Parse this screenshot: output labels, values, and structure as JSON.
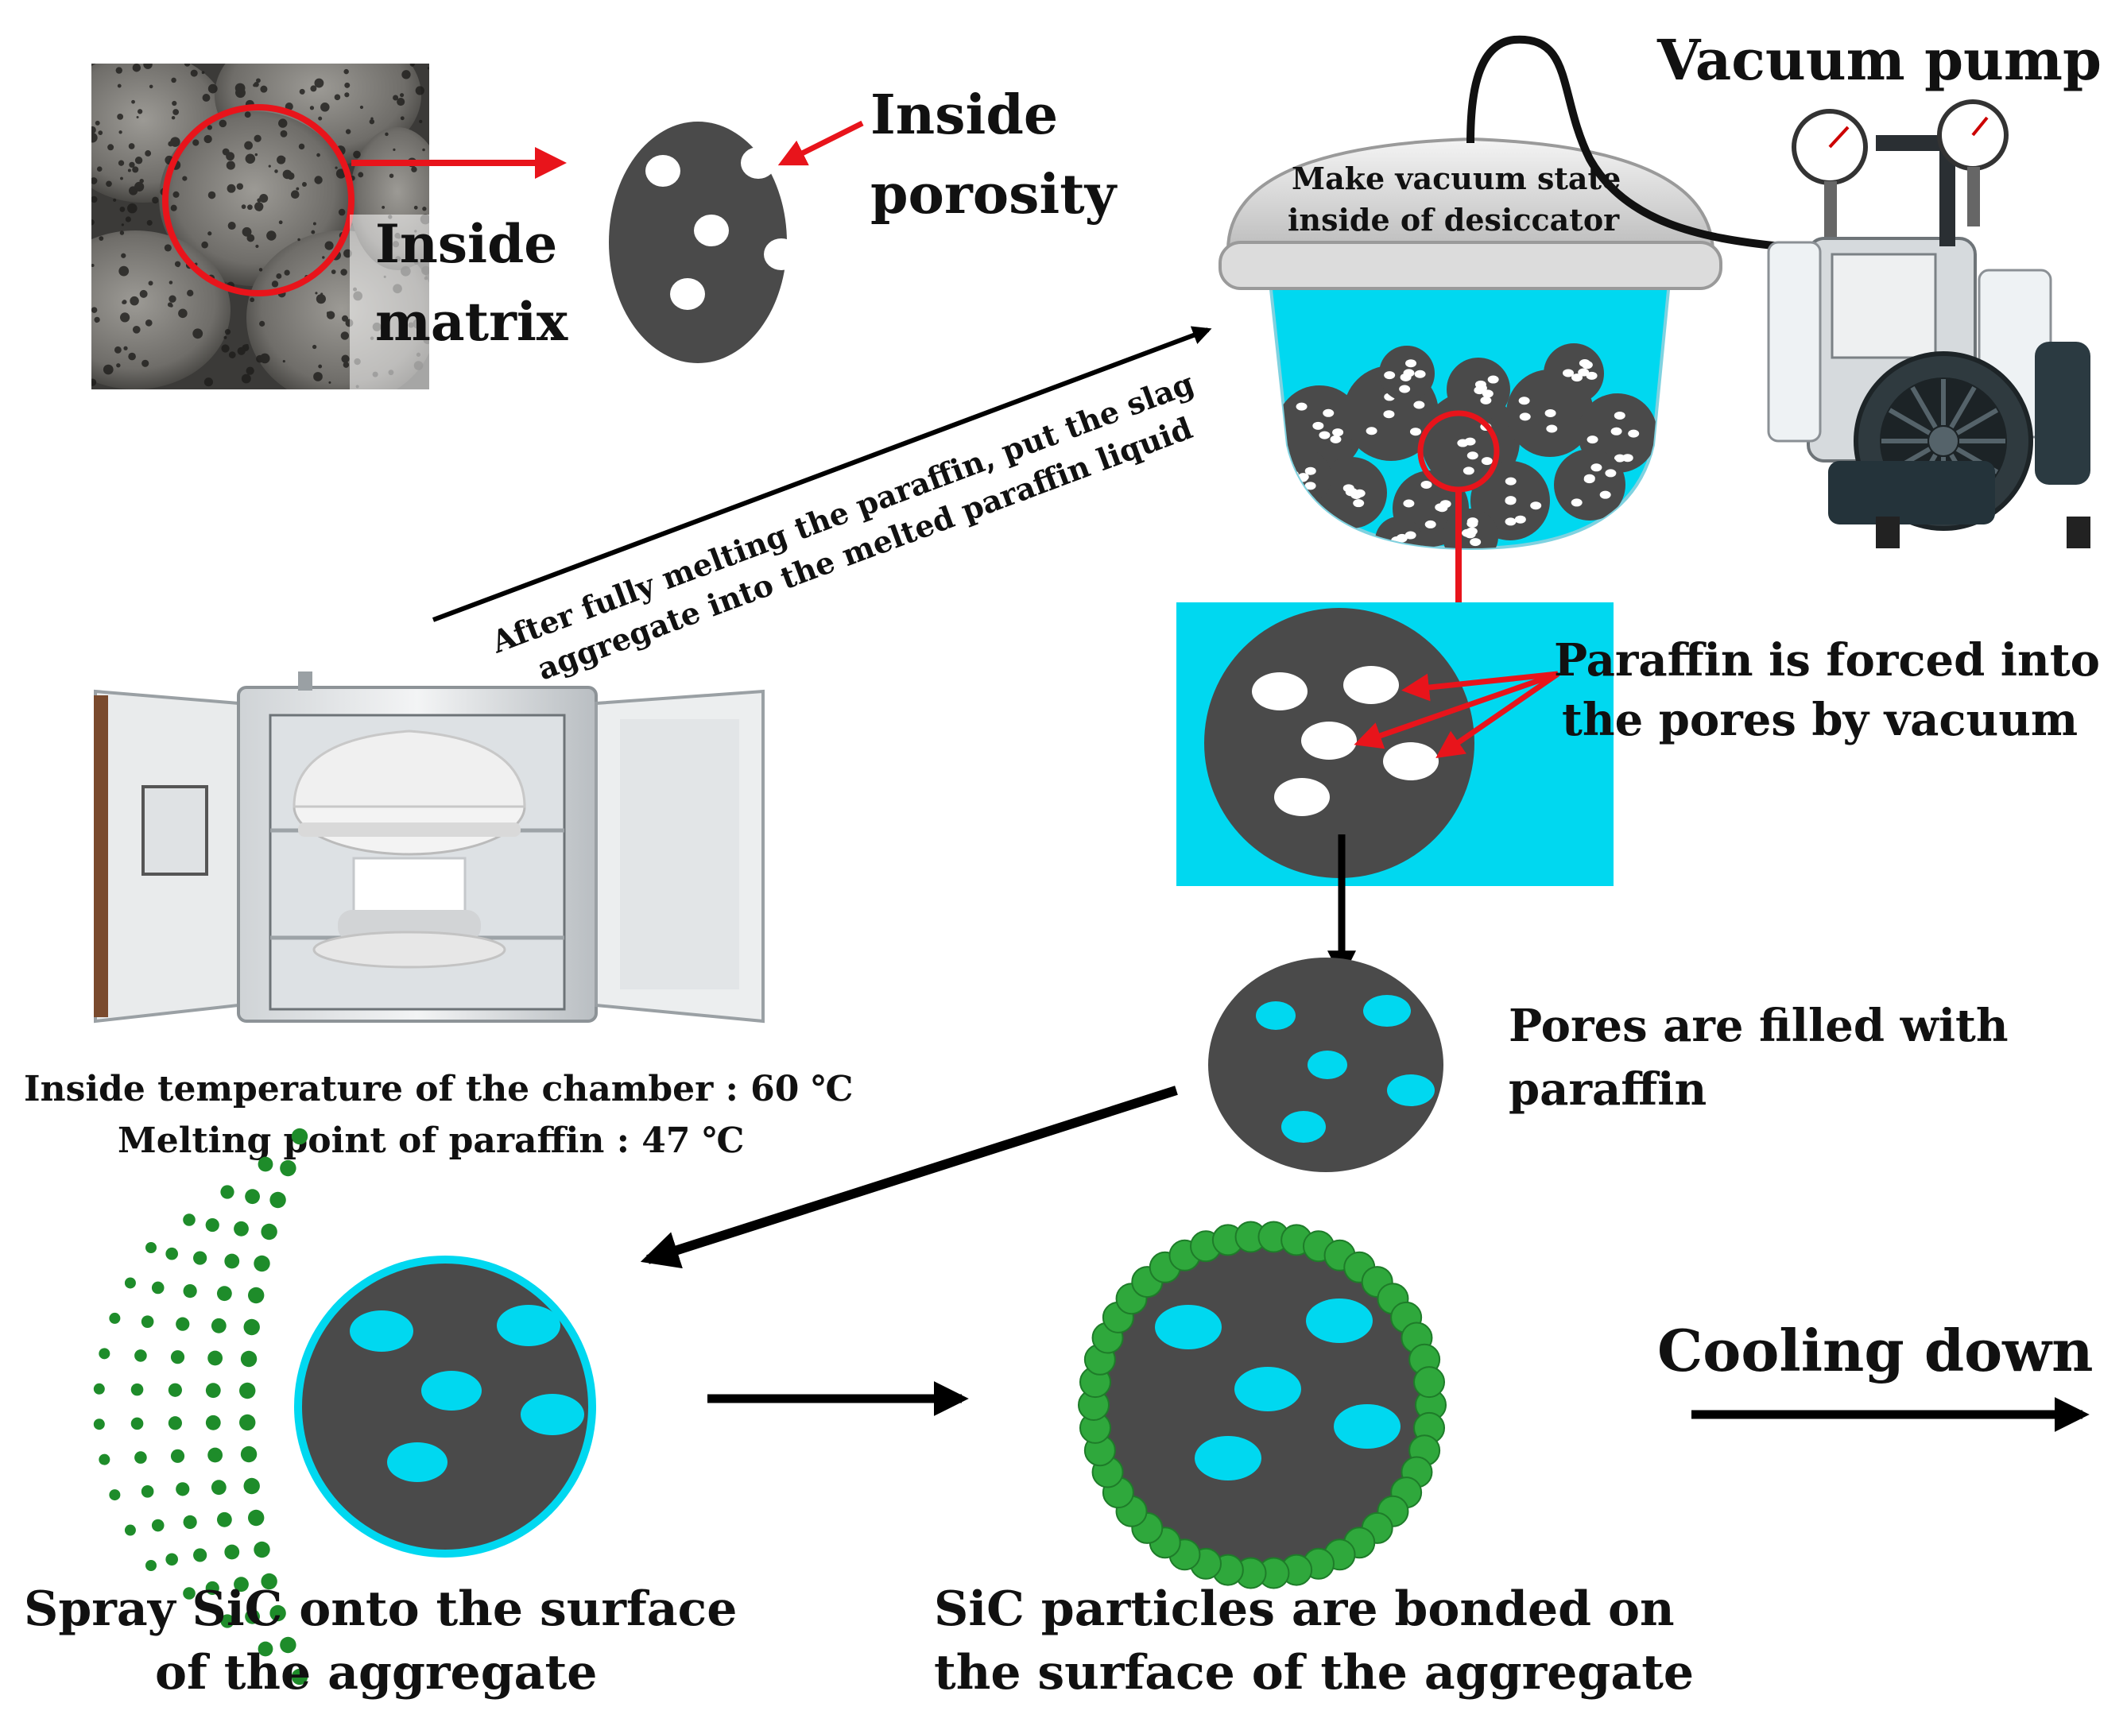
{
  "colors": {
    "aggregate": "#4a4a4a",
    "paraffin": "#00d8f0",
    "pore": "#ffffff",
    "arrow_red": "#e8141b",
    "arrow_black": "#000000",
    "sic": "#1e8c2a",
    "sic_light": "#2fa83c"
  },
  "labels": {
    "inside_matrix_1": "Inside",
    "inside_matrix_2": "matrix",
    "inside_porosity_1": "Inside",
    "inside_porosity_2": "porosity",
    "vacuum_pump": "Vacuum pump",
    "desiccator_1": "Make vacuum state",
    "desiccator_2": "inside of desiccator",
    "diag_1": "After fully melting the paraffin, put the slag",
    "diag_2": "aggregate into the melted paraffin liquid",
    "forced_1": "Paraffin is forced into",
    "forced_2": "the pores by vacuum",
    "filled_1": "Pores are filled with",
    "filled_2": "paraffin",
    "chamber_temp": "Inside temperature of the chamber : 60 ℃",
    "melting_point": "Melting point of paraffin : 47 ℃",
    "spray_1": "Spray SiC onto the surface",
    "spray_2": "of the aggregate",
    "bonded_1": "SiC particles are bonded on",
    "bonded_2": "the surface of the aggregate",
    "cooling": "Cooling down"
  },
  "icons": {
    "photo": "slag-aggregate-photo",
    "oven": "drying-oven-chamber",
    "pump": "vacuum-pump",
    "desiccator": "vacuum-desiccator"
  }
}
